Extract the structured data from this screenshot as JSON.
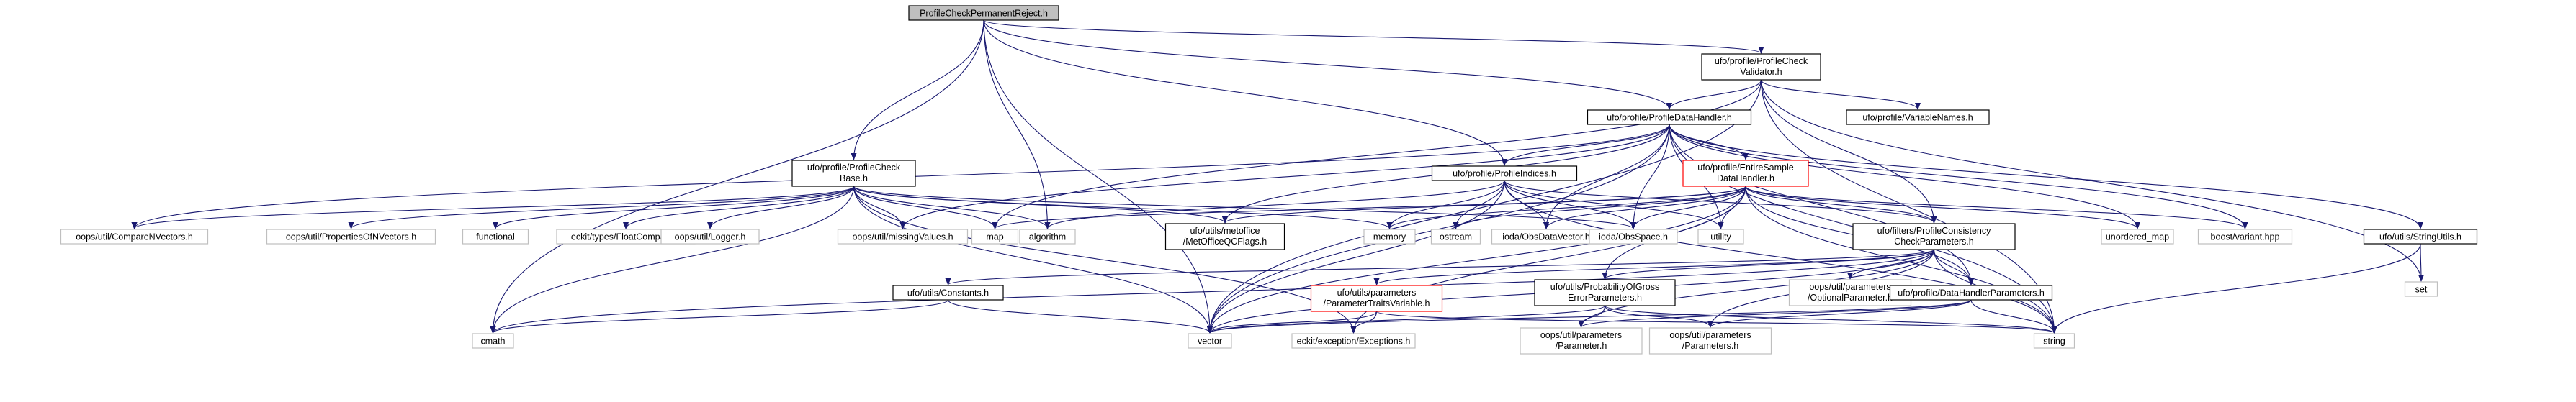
{
  "colors": {
    "edge": "#191970",
    "root_fill": "#bfbfbf",
    "external_border": "#bfbfbf",
    "highlight_border": "#ff0000",
    "node_border": "#000000"
  },
  "nodes": {
    "root": {
      "lines": [
        "ProfileCheckPermanentReject.h"
      ]
    },
    "validator": {
      "lines": [
        "ufo/profile/ProfileCheck",
        "Validator.h"
      ]
    },
    "datahandler": {
      "lines": [
        "ufo/profile/ProfileDataHandler.h"
      ]
    },
    "variablenames": {
      "lines": [
        "ufo/profile/VariableNames.h"
      ]
    },
    "checkbase": {
      "lines": [
        "ufo/profile/ProfileCheck",
        "Base.h"
      ]
    },
    "indices": {
      "lines": [
        "ufo/profile/ProfileIndices.h"
      ]
    },
    "entiresample": {
      "lines": [
        "ufo/profile/EntireSample",
        "DataHandler.h"
      ]
    },
    "stringutils": {
      "lines": [
        "ufo/utils/StringUtils.h"
      ]
    },
    "comparenvectors": {
      "lines": [
        "oops/util/CompareNVectors.h"
      ]
    },
    "propertiesof": {
      "lines": [
        "oops/util/PropertiesOfNVectors.h"
      ]
    },
    "functional": {
      "lines": [
        "functional"
      ]
    },
    "floatcompare": {
      "lines": [
        "eckit/types/FloatCompare.h"
      ]
    },
    "logger": {
      "lines": [
        "oops/util/Logger.h"
      ]
    },
    "missingvalues": {
      "lines": [
        "oops/util/missingValues.h"
      ]
    },
    "map": {
      "lines": [
        "map"
      ]
    },
    "algorithm": {
      "lines": [
        "algorithm"
      ]
    },
    "metoffice": {
      "lines": [
        "ufo/utils/metoffice",
        "/MetOfficeQCFlags.h"
      ]
    },
    "memory": {
      "lines": [
        "memory"
      ]
    },
    "ostream": {
      "lines": [
        "ostream"
      ]
    },
    "iodadatavector": {
      "lines": [
        "ioda/ObsDataVector.h"
      ]
    },
    "iodaobsspace": {
      "lines": [
        "ioda/ObsSpace.h"
      ]
    },
    "utility": {
      "lines": [
        "utility"
      ]
    },
    "consistency": {
      "lines": [
        "ufo/filters/ProfileConsistency",
        "CheckParameters.h"
      ]
    },
    "unorderedmap": {
      "lines": [
        "unordered_map"
      ]
    },
    "boostvariant": {
      "lines": [
        "boost/variant.hpp"
      ]
    },
    "set": {
      "lines": [
        "set"
      ]
    },
    "constants": {
      "lines": [
        "ufo/utils/Constants.h"
      ]
    },
    "traitsvariable": {
      "lines": [
        "ufo/utils/parameters",
        "/ParameterTraitsVariable.h"
      ]
    },
    "probgross": {
      "lines": [
        "ufo/utils/ProbabilityOfGross",
        "ErrorParameters.h"
      ]
    },
    "optionalparam": {
      "lines": [
        "oops/util/parameters",
        "/OptionalParameter.h"
      ]
    },
    "dhparams": {
      "lines": [
        "ufo/profile/DataHandlerParameters.h"
      ]
    },
    "cmath": {
      "lines": [
        "cmath"
      ]
    },
    "vector": {
      "lines": [
        "vector"
      ]
    },
    "exceptions": {
      "lines": [
        "eckit/exception/Exceptions.h"
      ]
    },
    "parameter": {
      "lines": [
        "oops/util/parameters",
        "/Parameter.h"
      ]
    },
    "parameters": {
      "lines": [
        "oops/util/parameters",
        "/Parameters.h"
      ]
    },
    "string": {
      "lines": [
        "string"
      ]
    }
  },
  "edges": [
    [
      "root",
      "validator"
    ],
    [
      "root",
      "datahandler"
    ],
    [
      "root",
      "checkbase"
    ],
    [
      "root",
      "indices"
    ],
    [
      "root",
      "algorithm"
    ],
    [
      "root",
      "cmath"
    ],
    [
      "root",
      "vector"
    ],
    [
      "validator",
      "datahandler"
    ],
    [
      "validator",
      "variablenames"
    ],
    [
      "validator",
      "consistency"
    ],
    [
      "validator",
      "map"
    ],
    [
      "validator",
      "vector"
    ],
    [
      "validator",
      "set"
    ],
    [
      "validator",
      "string"
    ],
    [
      "datahandler",
      "entiresample"
    ],
    [
      "datahandler",
      "indices"
    ],
    [
      "datahandler",
      "comparenvectors"
    ],
    [
      "datahandler",
      "missingvalues"
    ],
    [
      "datahandler",
      "metoffice"
    ],
    [
      "datahandler",
      "iodadatavector"
    ],
    [
      "datahandler",
      "iodaobsspace"
    ],
    [
      "datahandler",
      "utility"
    ],
    [
      "datahandler",
      "unorderedmap"
    ],
    [
      "datahandler",
      "boostvariant"
    ],
    [
      "datahandler",
      "stringutils"
    ],
    [
      "datahandler",
      "dhparams"
    ],
    [
      "datahandler",
      "vector"
    ],
    [
      "datahandler",
      "string"
    ],
    [
      "checkbase",
      "comparenvectors"
    ],
    [
      "checkbase",
      "propertiesof"
    ],
    [
      "checkbase",
      "functional"
    ],
    [
      "checkbase",
      "floatcompare"
    ],
    [
      "checkbase",
      "logger"
    ],
    [
      "checkbase",
      "missingvalues"
    ],
    [
      "checkbase",
      "map"
    ],
    [
      "checkbase",
      "algorithm"
    ],
    [
      "checkbase",
      "metoffice"
    ],
    [
      "checkbase",
      "memory"
    ],
    [
      "checkbase",
      "cmath"
    ],
    [
      "checkbase",
      "vector"
    ],
    [
      "checkbase",
      "exceptions"
    ],
    [
      "checkbase",
      "iodaobsspace"
    ],
    [
      "indices",
      "algorithm"
    ],
    [
      "indices",
      "memory"
    ],
    [
      "indices",
      "ostream"
    ],
    [
      "indices",
      "iodadatavector"
    ],
    [
      "indices",
      "iodaobsspace"
    ],
    [
      "indices",
      "utility"
    ],
    [
      "indices",
      "vector"
    ],
    [
      "indices",
      "string"
    ],
    [
      "indices",
      "consistency"
    ],
    [
      "entiresample",
      "map"
    ],
    [
      "entiresample",
      "memory"
    ],
    [
      "entiresample",
      "ostream"
    ],
    [
      "entiresample",
      "iodadatavector"
    ],
    [
      "entiresample",
      "iodaobsspace"
    ],
    [
      "entiresample",
      "utility"
    ],
    [
      "entiresample",
      "unorderedmap"
    ],
    [
      "entiresample",
      "boostvariant"
    ],
    [
      "entiresample",
      "metoffice"
    ],
    [
      "entiresample",
      "consistency"
    ],
    [
      "entiresample",
      "dhparams"
    ],
    [
      "entiresample",
      "vector"
    ],
    [
      "entiresample",
      "string"
    ],
    [
      "entiresample",
      "exceptions"
    ],
    [
      "entiresample",
      "probgross"
    ],
    [
      "stringutils",
      "set"
    ],
    [
      "stringutils",
      "string"
    ],
    [
      "consistency",
      "constants"
    ],
    [
      "consistency",
      "traitsvariable"
    ],
    [
      "consistency",
      "probgross"
    ],
    [
      "consistency",
      "optionalparam"
    ],
    [
      "consistency",
      "dhparams"
    ],
    [
      "consistency",
      "parameter"
    ],
    [
      "consistency",
      "parameters"
    ],
    [
      "consistency",
      "string"
    ],
    [
      "consistency",
      "vector"
    ],
    [
      "consistency",
      "cmath"
    ],
    [
      "constants",
      "cmath"
    ],
    [
      "constants",
      "vector"
    ],
    [
      "traitsvariable",
      "exceptions"
    ],
    [
      "traitsvariable",
      "vector"
    ],
    [
      "traitsvariable",
      "string"
    ],
    [
      "probgross",
      "parameter"
    ],
    [
      "probgross",
      "parameters"
    ],
    [
      "probgross",
      "vector"
    ],
    [
      "probgross",
      "string"
    ],
    [
      "dhparams",
      "parameter"
    ],
    [
      "dhparams",
      "parameters"
    ],
    [
      "dhparams",
      "string"
    ],
    [
      "dhparams",
      "vector"
    ]
  ]
}
